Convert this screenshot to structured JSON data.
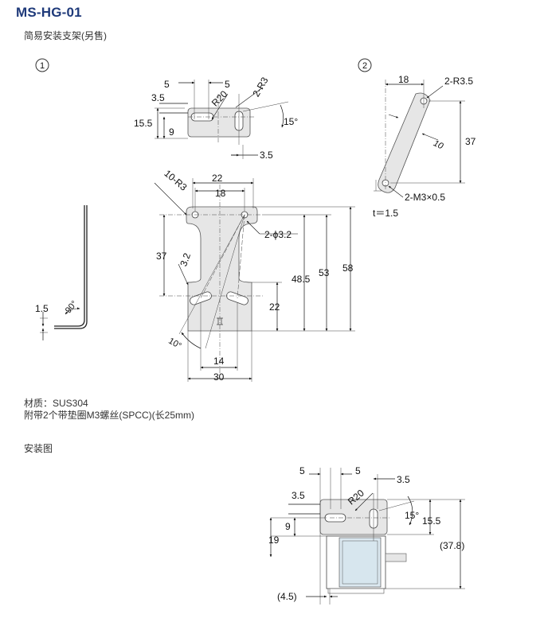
{
  "header": {
    "model": "MS-HG-01",
    "subtitle": "简易安装支架(另售)"
  },
  "views": {
    "view1_marker": "①",
    "view2_marker": "②"
  },
  "view1_top_dims": {
    "d5a": "5",
    "d5b": "5",
    "r3": "2-R3",
    "d35": "3.5",
    "r20": "R20",
    "d155": "15.5",
    "deg15": "15°",
    "d9": "9",
    "d35b": "3.5"
  },
  "view1_main_dims": {
    "r3x10": "10-R3",
    "d22": "22",
    "d18": "18",
    "phi": "2-ϕ3.2",
    "d37": "37",
    "d32": "3.2",
    "d485": "48.5",
    "d53": "53",
    "d58": "58",
    "d22b": "22",
    "deg10": "10°",
    "d14": "14",
    "d30": "30"
  },
  "side_view": {
    "d15": "1.5",
    "deg90": "90°"
  },
  "view2_dims": {
    "d18": "18",
    "r35": "2-R3.5",
    "d37": "37",
    "d10": "10",
    "m3": "2-M3×0.5",
    "t": "t＝1.5"
  },
  "material": {
    "line1": "材质：SUS304",
    "line2": "附带2个带垫圈M3螺丝(SPCC)(长25mm)"
  },
  "install": {
    "title": "安装图",
    "d5a": "5",
    "d5b": "5",
    "d35a": "3.5",
    "d35b": "3.5",
    "r20": "R20",
    "deg15": "15°",
    "d155": "15.5",
    "d9": "9",
    "d19": "19",
    "d378": "(37.8)",
    "d45": "(4.5)"
  }
}
